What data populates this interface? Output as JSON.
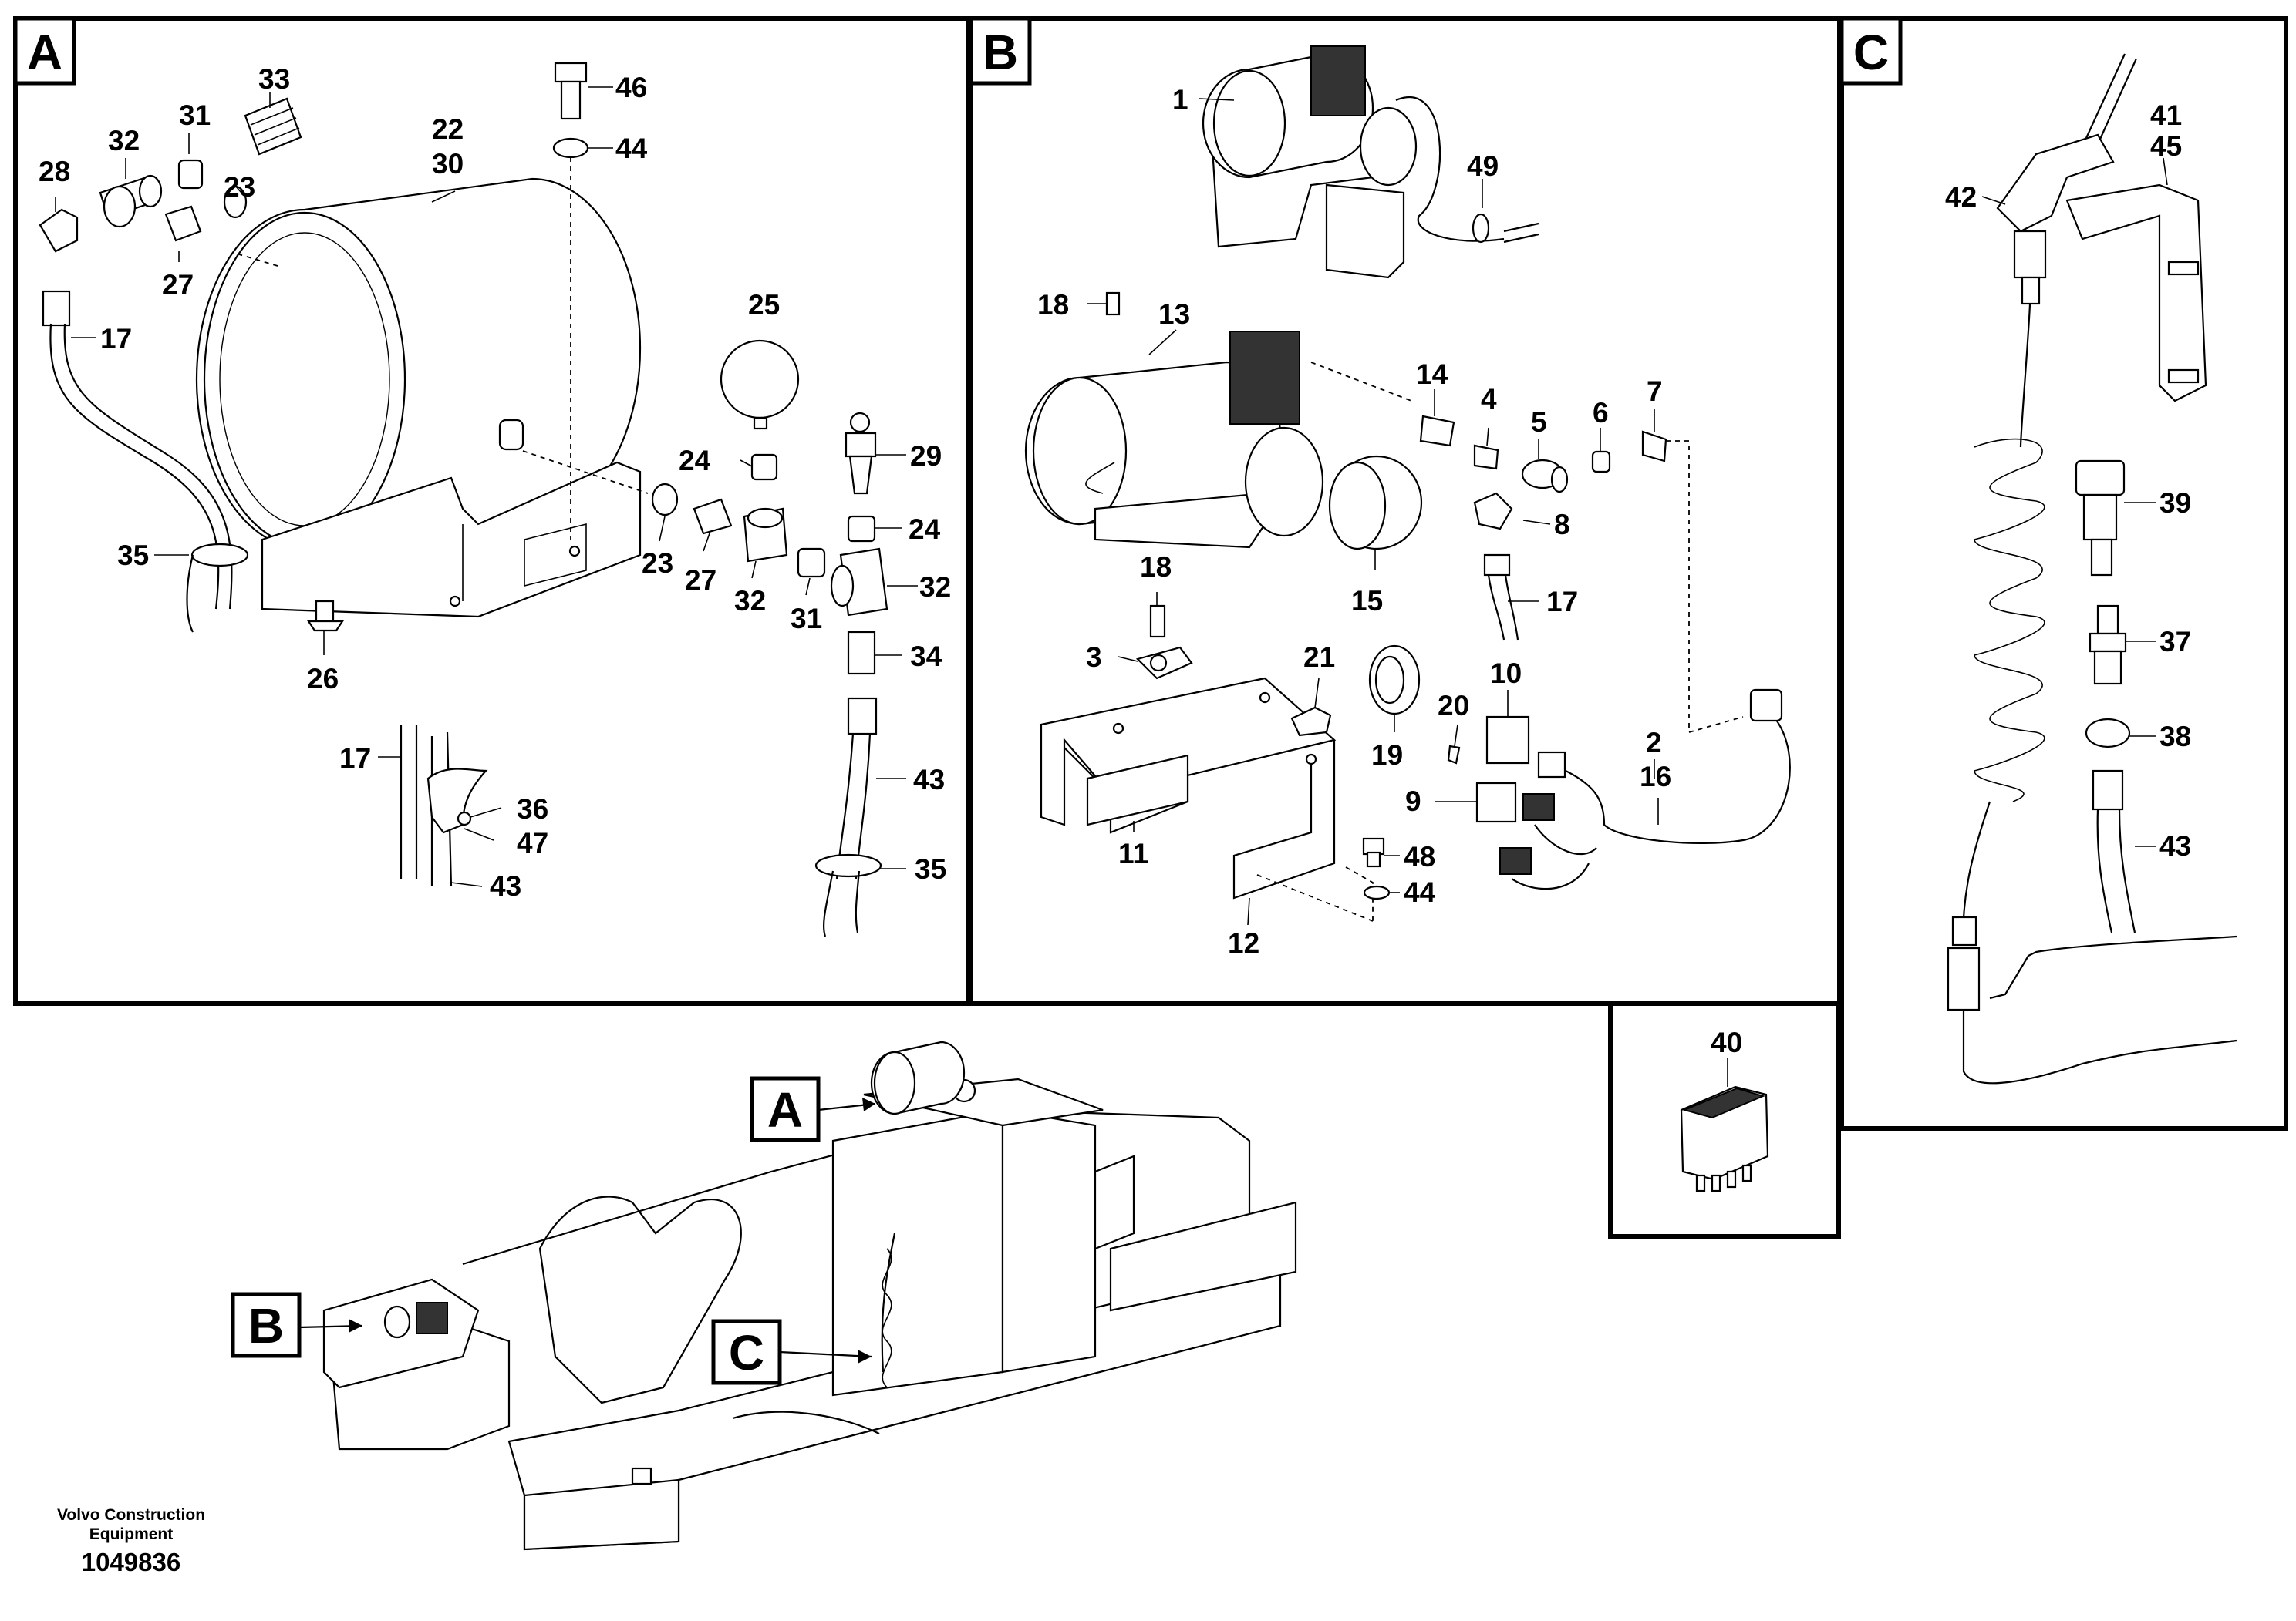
{
  "panels": {
    "a": {
      "letter": "A",
      "callouts": {
        "c46": "46",
        "c44": "44",
        "c33": "33",
        "c31a": "31",
        "c32a": "32",
        "c28": "28",
        "c22": "22",
        "c30": "30",
        "c23a": "23",
        "c27a": "27",
        "c17a": "17",
        "c25": "25",
        "c29": "29",
        "c24a": "24",
        "c24b": "24",
        "c35a": "35",
        "c23b": "23",
        "c27b": "27",
        "c32b": "32",
        "c31b": "31",
        "c32c": "32",
        "c26": "26",
        "c34": "34",
        "c17b": "17",
        "c36": "36",
        "c47": "47",
        "c43a": "43",
        "c43b": "43",
        "c35b": "35"
      }
    },
    "b": {
      "letter": "B",
      "callouts": {
        "c1": "1",
        "c49": "49",
        "c18a": "18",
        "c13": "13",
        "c14": "14",
        "c4": "4",
        "c5": "5",
        "c6": "6",
        "c7": "7",
        "c8": "8",
        "c15": "15",
        "c17": "17",
        "c18b": "18",
        "c3": "3",
        "c21": "21",
        "c10": "10",
        "c20": "20",
        "c19": "19",
        "c2": "2",
        "c16": "16",
        "c9": "9",
        "c11": "11",
        "c48": "48",
        "c44": "44",
        "c12": "12"
      }
    },
    "c": {
      "letter": "C",
      "callouts": {
        "c41": "41",
        "c45": "45",
        "c42": "42",
        "c39": "39",
        "c37": "37",
        "c38": "38",
        "c43": "43"
      }
    },
    "switch": {
      "callout": "40"
    }
  },
  "overview_labels": {
    "a": "A",
    "b": "B",
    "c": "C"
  },
  "footer": {
    "brand_line1": "Volvo Construction",
    "brand_line2": "Equipment",
    "drawing_number": "1049836"
  }
}
